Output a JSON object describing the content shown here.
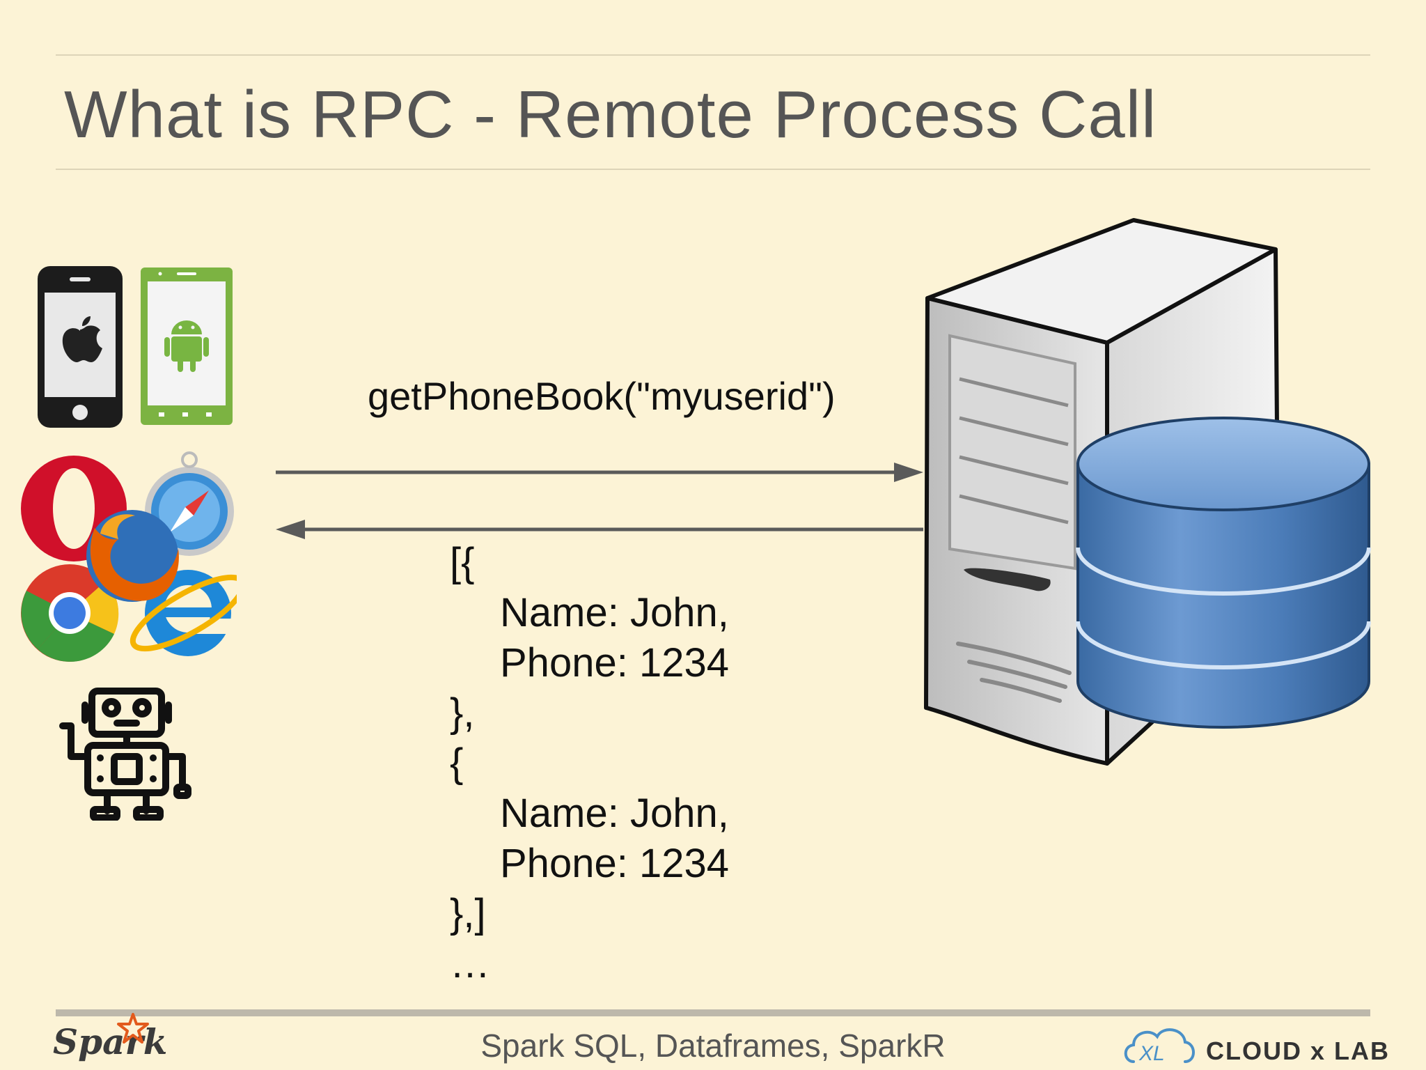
{
  "slide": {
    "title": "What is RPC - Remote Process Call"
  },
  "diagram": {
    "request_label": "getPhoneBook(\"myuserid\")",
    "response_lines": [
      {
        "text": "[{",
        "indent": 0
      },
      {
        "text": "Name: John,",
        "indent": 1
      },
      {
        "text": "Phone: 1234",
        "indent": 1
      },
      {
        "text": "},",
        "indent": 0
      },
      {
        "text": "{",
        "indent": 0
      },
      {
        "text": "Name: John,",
        "indent": 1
      },
      {
        "text": "Phone: 1234",
        "indent": 1
      },
      {
        "text": "},]",
        "indent": 0
      },
      {
        "text": "…",
        "indent": 0
      }
    ],
    "clients": [
      "iphone-icon",
      "android-phone-icon",
      "browsers-icon",
      "robot-icon"
    ],
    "server": [
      "server-tower-icon",
      "database-icon"
    ]
  },
  "footer": {
    "center_text": "Spark SQL, Dataframes, SparkR",
    "left_logo": "Spark",
    "right_logo_mark": "XL",
    "right_logo_text": "CLOUD x LAB"
  },
  "colors": {
    "background": "#fcf3d6",
    "title": "#555555",
    "arrow": "#5a5a5a",
    "database": "#4f7fb8"
  }
}
